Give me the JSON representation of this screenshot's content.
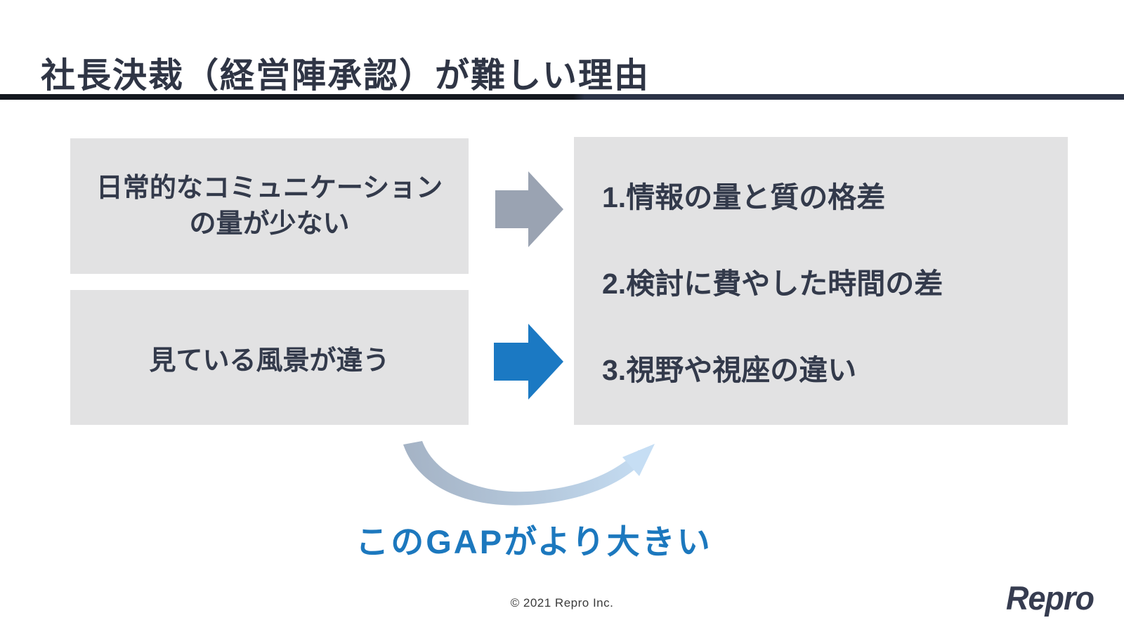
{
  "slide": {
    "title": "社長決裁（経営陣承認）が難しい理由",
    "causes": [
      {
        "line1": "日常的なコミュニケーション",
        "line2": "の量が少ない"
      },
      {
        "line1": "見ている風景が違う"
      }
    ],
    "reasons": [
      {
        "label": "1.情報の量と質の格差"
      },
      {
        "label": "2.検討に費やした時間の差"
      },
      {
        "label": "3.視野や視座の違い"
      }
    ],
    "gap_caption": "このGAPがより大きい",
    "footer_copyright": "© 2021 Repro Inc.",
    "brand_logo": "Repro",
    "colors": {
      "title_text": "#2f3545",
      "body_text": "#333a4b",
      "box_background": "#e2e2e3",
      "arrow_gray": "#9aa3b2",
      "arrow_blue": "#1b79c3",
      "caption_blue": "#1c78be",
      "swoosh_gray_blue": "#a4b2c4",
      "swoosh_light_blue": "#c6def4",
      "title_rule_dark": "#14181f",
      "title_rule_navy": "#2b3347"
    }
  }
}
